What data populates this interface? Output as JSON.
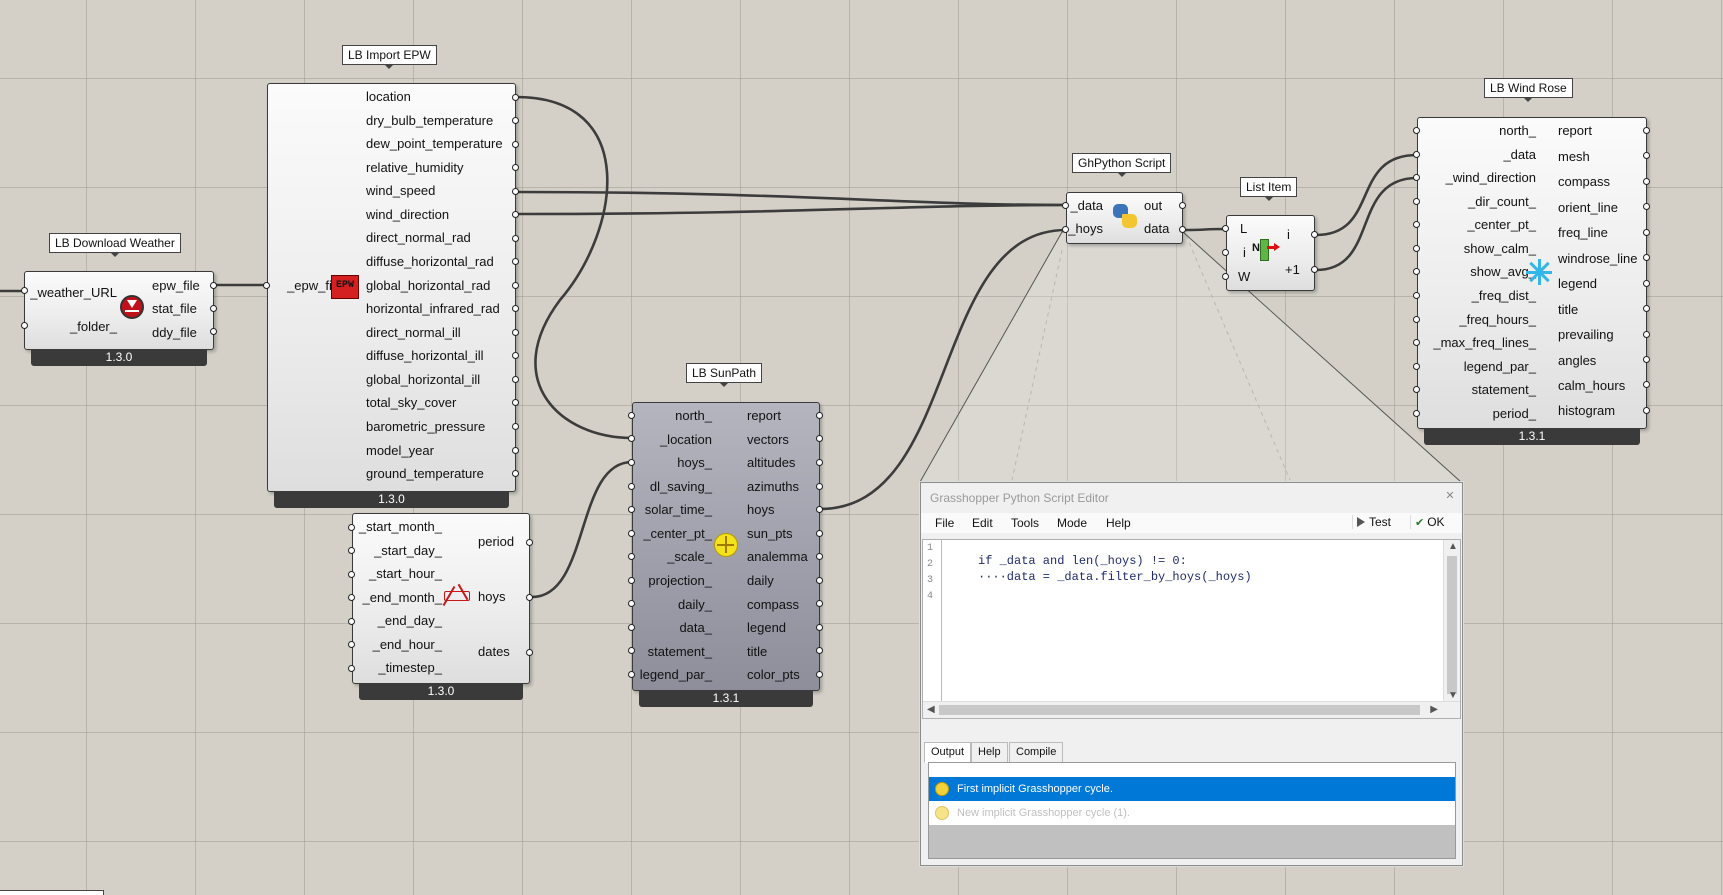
{
  "components": {
    "download_weather": {
      "title": "LB Download Weather",
      "inputs": [
        "_weather_URL",
        "_folder_"
      ],
      "outputs": [
        "epw_file",
        "stat_file",
        "ddy_file"
      ],
      "version": "1.3.0",
      "icon": "download-weather-icon"
    },
    "import_epw": {
      "title": "LB Import EPW",
      "inputs": [
        "_epw_file"
      ],
      "outputs": [
        "location",
        "dry_bulb_temperature",
        "dew_point_temperature",
        "relative_humidity",
        "wind_speed",
        "wind_direction",
        "direct_normal_rad",
        "diffuse_horizontal_rad",
        "global_horizontal_rad",
        "horizontal_infrared_rad",
        "direct_normal_ill",
        "diffuse_horizontal_ill",
        "global_horizontal_ill",
        "total_sky_cover",
        "barometric_pressure",
        "model_year",
        "ground_temperature"
      ],
      "version": "1.3.0",
      "icon": "epw-icon",
      "icon_text": "EPW"
    },
    "analysis_period": {
      "inputs": [
        "_start_month_",
        "_start_day_",
        "_start_hour_",
        "_end_month_",
        "_end_day_",
        "_end_hour_",
        "_timestep_"
      ],
      "outputs": [
        "period",
        "hoys",
        "dates"
      ],
      "version": "1.3.0",
      "icon": "analysis-period-icon"
    },
    "sunpath": {
      "title": "LB SunPath",
      "inputs": [
        "north_",
        "_location",
        "hoys_",
        "dl_saving_",
        "solar_time_",
        "_center_pt_",
        "_scale_",
        "projection_",
        "daily_",
        "data_",
        "statement_",
        "legend_par_"
      ],
      "outputs": [
        "report",
        "vectors",
        "altitudes",
        "azimuths",
        "hoys",
        "sun_pts",
        "analemma",
        "daily",
        "compass",
        "legend",
        "title",
        "color_pts"
      ],
      "version": "1.3.1",
      "icon": "sunpath-icon"
    },
    "python": {
      "title": "GhPython Script",
      "inputs": [
        "_data",
        "_hoys"
      ],
      "outputs": [
        "out",
        "data"
      ],
      "icon": "python-icon"
    },
    "list_item": {
      "title": "List Item",
      "inputs": [
        "L",
        "i",
        "W"
      ],
      "outputs": [
        "i",
        "+1"
      ],
      "icon": "list-item-icon",
      "icon_text": "N"
    },
    "wind_rose": {
      "title": "LB Wind Rose",
      "inputs": [
        "north_",
        "_data",
        "_wind_direction",
        "_dir_count_",
        "_center_pt_",
        "show_calm_",
        "show_avg_",
        "_freq_dist_",
        "_freq_hours_",
        "_max_freq_lines_",
        "legend_par_",
        "statement_",
        "period_"
      ],
      "outputs": [
        "report",
        "mesh",
        "compass",
        "orient_line",
        "freq_line",
        "windrose_line",
        "legend",
        "title",
        "prevailing",
        "angles",
        "calm_hours",
        "histogram"
      ],
      "version": "1.3.1",
      "icon": "windrose-icon"
    }
  },
  "editor": {
    "title": "Grasshopper Python Script Editor",
    "menus": [
      "File",
      "Edit",
      "Tools",
      "Mode",
      "Help"
    ],
    "test_label": "Test",
    "ok_label": "OK",
    "line_numbers": [
      "1",
      "2",
      "3",
      "4"
    ],
    "code_lines": [
      "if _data and len(_hoys) != 0:",
      "····data = _data.filter_by_hoys(_hoys)",
      "",
      ""
    ],
    "tabs": [
      "Output",
      "Help",
      "Compile"
    ],
    "output_rows": [
      "First implicit Grasshopper cycle.",
      "New implicit Grasshopper cycle (1)."
    ]
  },
  "colors": {
    "canvas": "#d4d0c8",
    "wire": "#3c3c3c",
    "selection": "#0078d7"
  }
}
